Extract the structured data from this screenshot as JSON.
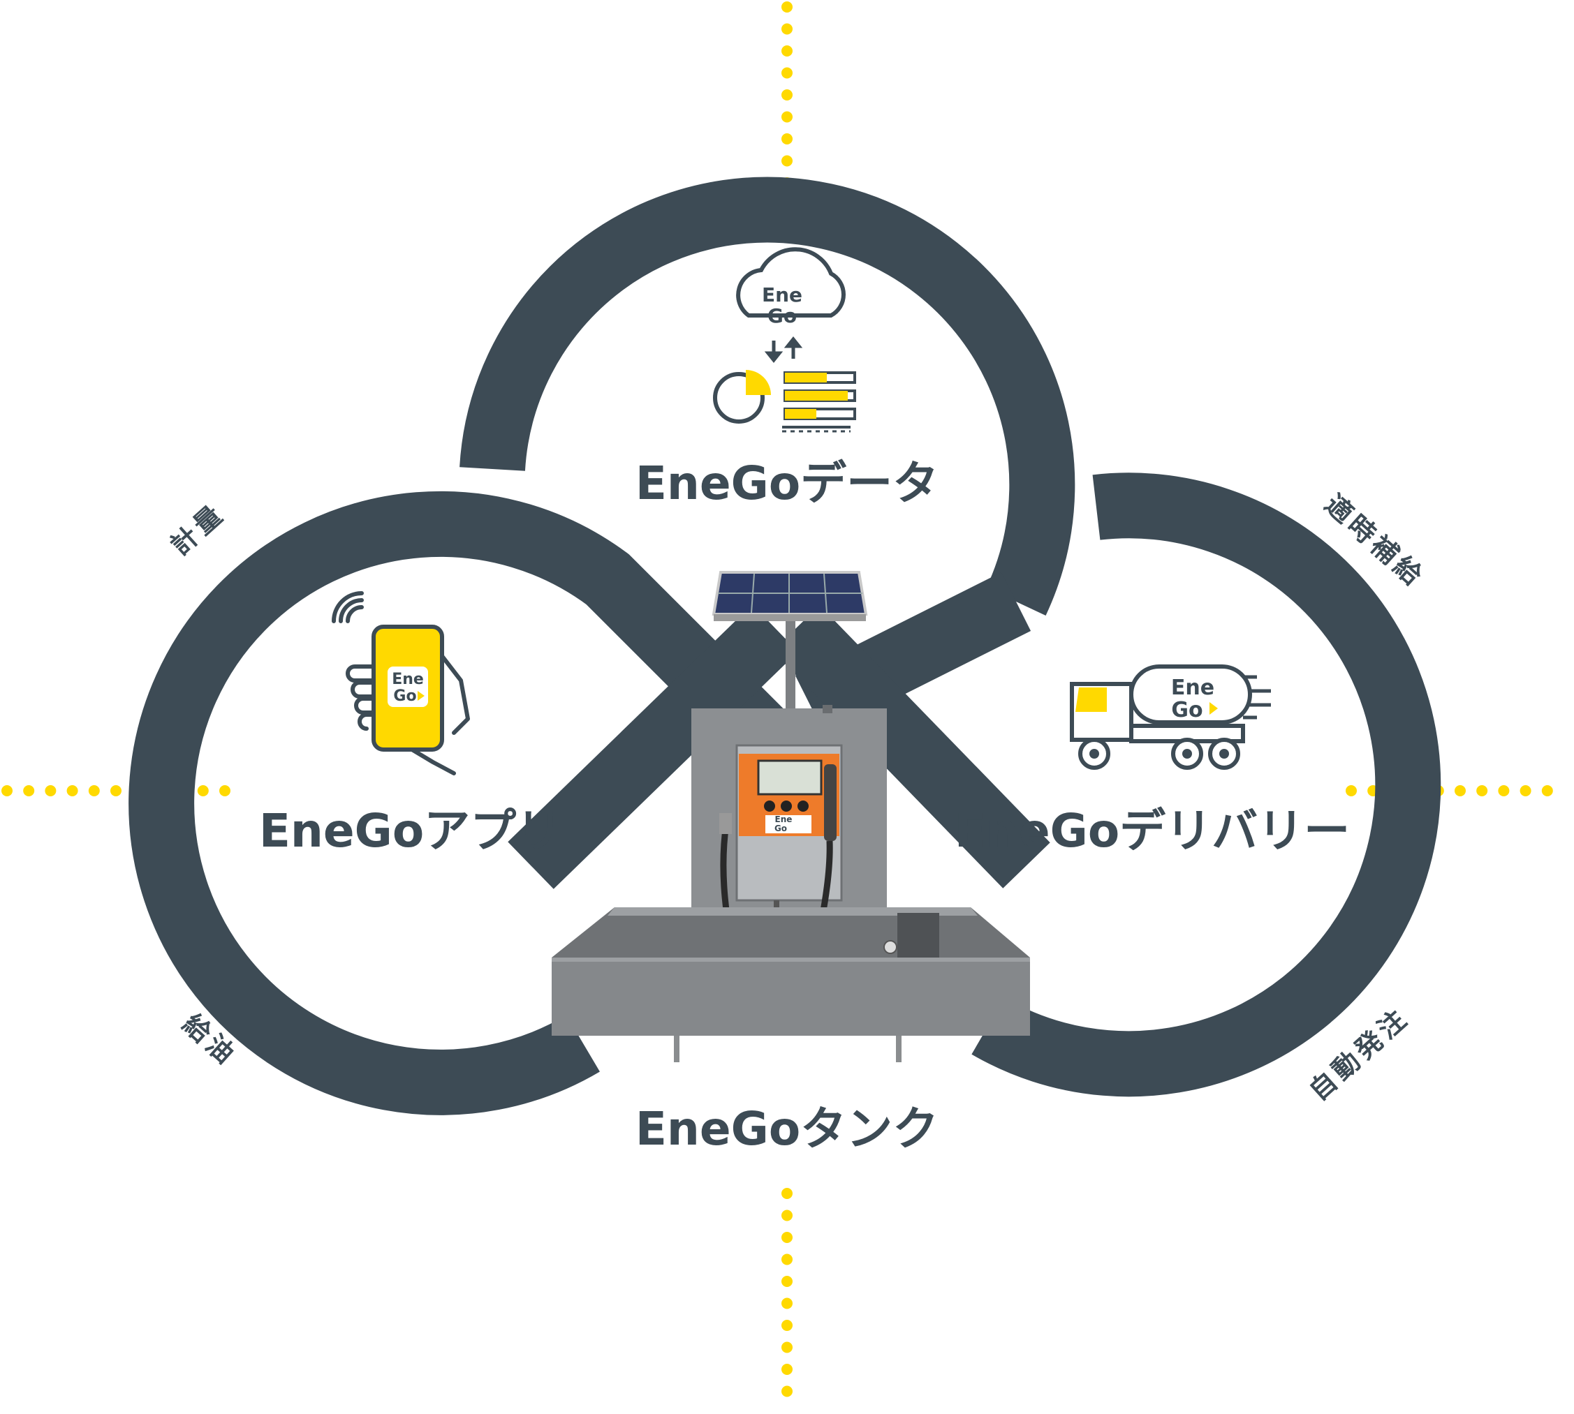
{
  "colors": {
    "ring": "#3d4b55",
    "accent": "#ffd900",
    "dot": "#ffd900",
    "ink": "#3d4b55",
    "tank_gray": "#8a8d8f",
    "dispenser_orange": "#ee7b2a"
  },
  "nodes": {
    "data": {
      "title": "EneGoデータ",
      "icon": "cloud-data-icon"
    },
    "app": {
      "title": "EneGoアプリ",
      "icon": "smartphone-app-icon"
    },
    "delivery": {
      "title": "EneGoデリバリー",
      "icon": "tank-truck-icon"
    },
    "tank": {
      "title": "EneGoタンク",
      "icon": "fuel-tank-photo"
    }
  },
  "side_labels": {
    "top_left": "計量",
    "bottom_left": "給油",
    "top_right": "適時補給",
    "bottom_right": "自動発注"
  },
  "logo": {
    "line1": "Ene",
    "line2": "Go"
  }
}
